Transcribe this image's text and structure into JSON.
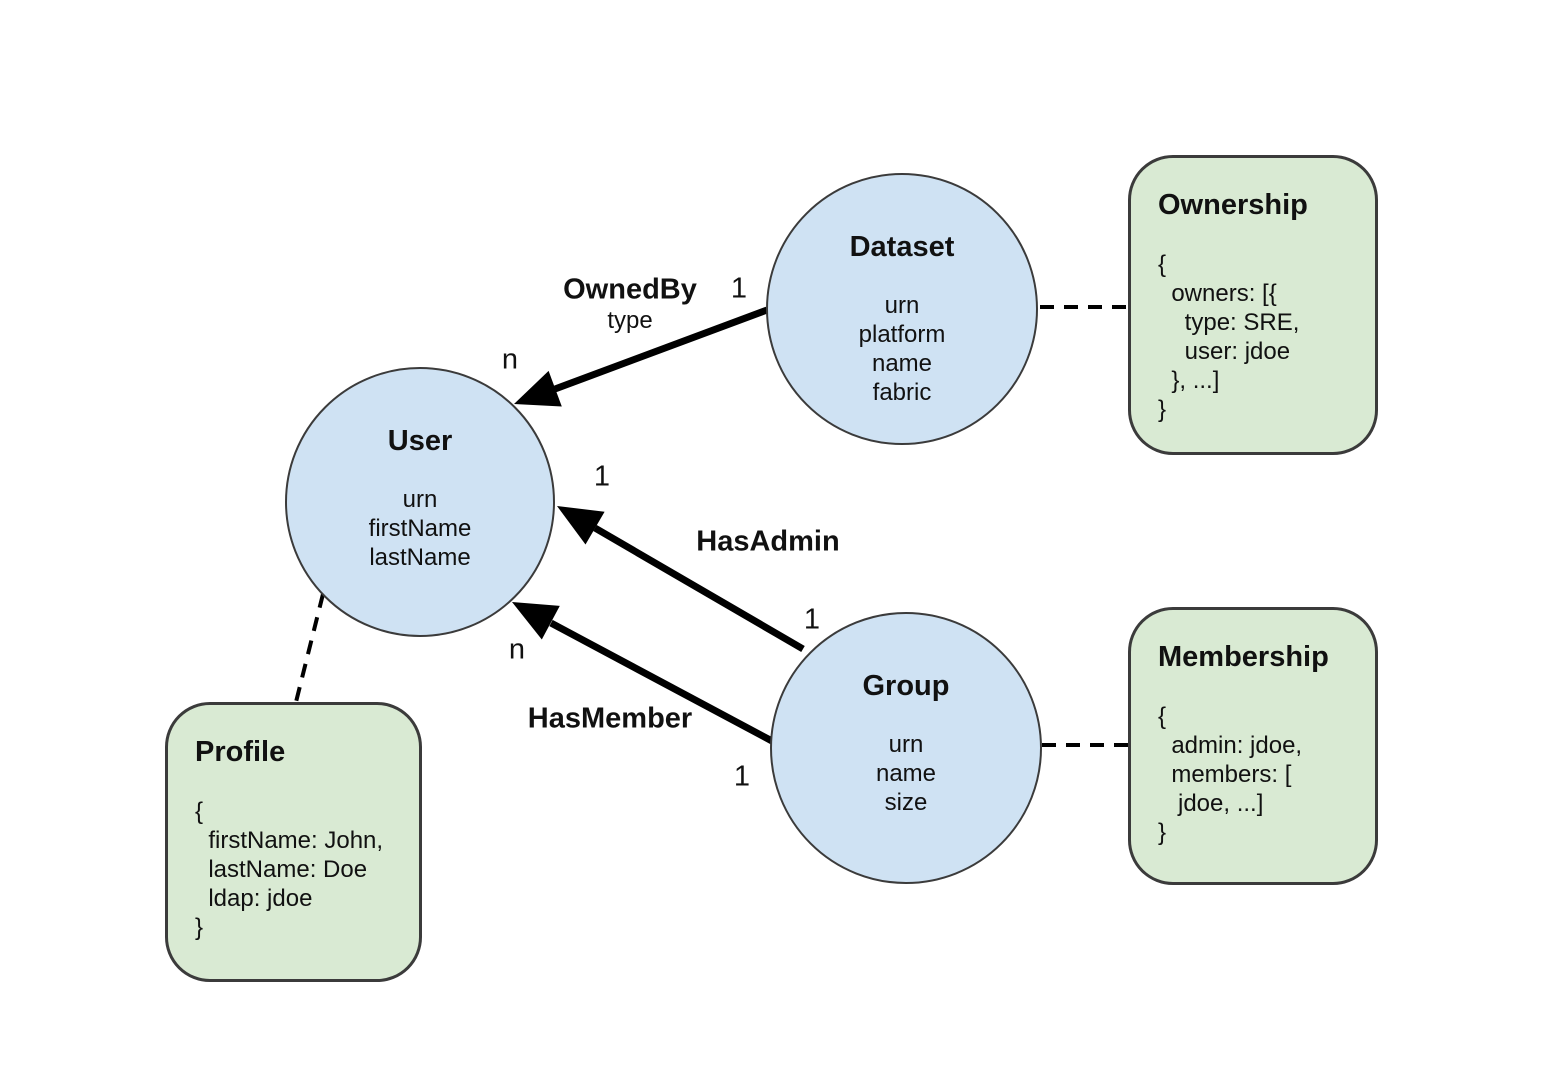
{
  "colors": {
    "background": "#ffffff",
    "node-fill": "#cfe2f3",
    "node-border": "#3b3b3b",
    "aspect-fill": "#d9ead3",
    "aspect-border": "#3b3b3b",
    "edge-color": "#000000"
  },
  "nodes": [
    {
      "id": "dataset",
      "title": "Dataset",
      "attributes": [
        "urn",
        "platform",
        "name",
        "fabric"
      ]
    },
    {
      "id": "user",
      "title": "User",
      "attributes": [
        "urn",
        "firstName",
        "lastName"
      ]
    },
    {
      "id": "group",
      "title": "Group",
      "attributes": [
        "urn",
        "name",
        "size"
      ]
    }
  ],
  "aspects": [
    {
      "id": "ownership",
      "title": "Ownership",
      "attached_to": "Dataset",
      "code": [
        "{",
        "  owners: [{",
        "    type: SRE,",
        "    user: jdoe",
        "  }, ...]",
        "}"
      ]
    },
    {
      "id": "membership",
      "title": "Membership",
      "attached_to": "Group",
      "code": [
        "{",
        "  admin: jdoe,",
        "  members: [",
        "   jdoe, ...]",
        "}"
      ]
    },
    {
      "id": "profile",
      "title": "Profile",
      "attached_to": "User",
      "code": [
        "{",
        "  firstName: John,",
        "  lastName: Doe",
        "  ldap: jdoe",
        "}"
      ]
    }
  ],
  "edges": [
    {
      "id": "ownedby",
      "label": "OwnedBy",
      "sublabel": "type",
      "from": "Dataset",
      "to": "User",
      "from_cardinality": "1",
      "to_cardinality": "n"
    },
    {
      "id": "hasadmin",
      "label": "HasAdmin",
      "from": "Group",
      "to": "User",
      "from_cardinality": "1",
      "to_cardinality": "1"
    },
    {
      "id": "hasmember",
      "label": "HasMember",
      "from": "Group",
      "to": "User",
      "from_cardinality": "1",
      "to_cardinality": "n"
    }
  ]
}
